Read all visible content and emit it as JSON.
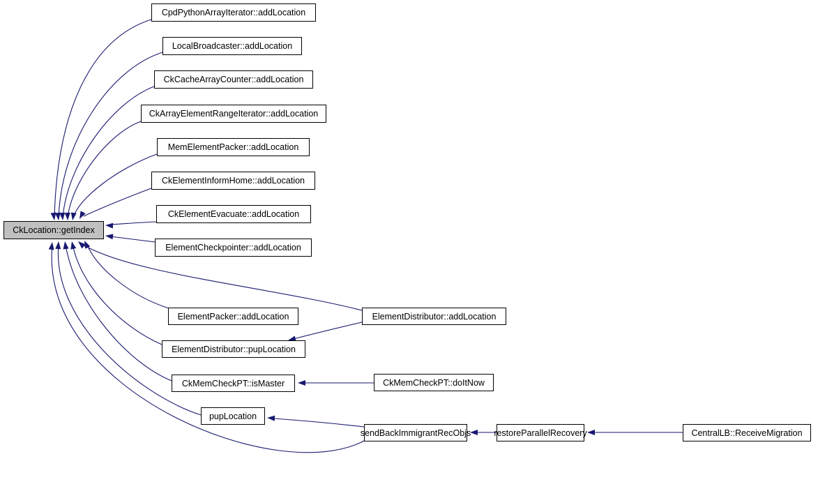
{
  "diagram": {
    "type": "caller-graph",
    "focus_node": "CkLocation::getIndex",
    "nodes": [
      {
        "id": "getIndex",
        "label": "CkLocation::getIndex",
        "highlighted": true
      },
      {
        "id": "cpdPython",
        "label": "CpdPythonArrayIterator::addLocation",
        "highlighted": false
      },
      {
        "id": "localBroadcaster",
        "label": "LocalBroadcaster::addLocation",
        "highlighted": false
      },
      {
        "id": "ckCache",
        "label": "CkCacheArrayCounter::addLocation",
        "highlighted": false
      },
      {
        "id": "ckArrayRange",
        "label": "CkArrayElementRangeIterator::addLocation",
        "highlighted": false
      },
      {
        "id": "memElemPacker",
        "label": "MemElementPacker::addLocation",
        "highlighted": false
      },
      {
        "id": "ckElemInform",
        "label": "CkElementInformHome::addLocation",
        "highlighted": false
      },
      {
        "id": "ckElemEvacuate",
        "label": "CkElementEvacuate::addLocation",
        "highlighted": false
      },
      {
        "id": "elemCheckpointer",
        "label": "ElementCheckpointer::addLocation",
        "highlighted": false
      },
      {
        "id": "elemPackerAdd",
        "label": "ElementPacker::addLocation",
        "highlighted": false
      },
      {
        "id": "elemDistAdd",
        "label": "ElementDistributor::addLocation",
        "highlighted": false
      },
      {
        "id": "elemDistPup",
        "label": "ElementDistributor::pupLocation",
        "highlighted": false
      },
      {
        "id": "isMaster",
        "label": "CkMemCheckPT::isMaster",
        "highlighted": false
      },
      {
        "id": "doItNow",
        "label": "CkMemCheckPT::doItNow",
        "highlighted": false
      },
      {
        "id": "pupLocation",
        "label": "pupLocation",
        "highlighted": false
      },
      {
        "id": "sendBack",
        "label": "sendBackImmigrantRecObjs",
        "highlighted": false
      },
      {
        "id": "restoreParallel",
        "label": "restoreParallelRecovery",
        "highlighted": false
      },
      {
        "id": "centralLB",
        "label": "CentralLB::ReceiveMigration",
        "highlighted": false
      }
    ],
    "edges": [
      {
        "from": "CpdPythonArrayIterator::addLocation",
        "to": "CkLocation::getIndex"
      },
      {
        "from": "LocalBroadcaster::addLocation",
        "to": "CkLocation::getIndex"
      },
      {
        "from": "CkCacheArrayCounter::addLocation",
        "to": "CkLocation::getIndex"
      },
      {
        "from": "CkArrayElementRangeIterator::addLocation",
        "to": "CkLocation::getIndex"
      },
      {
        "from": "MemElementPacker::addLocation",
        "to": "CkLocation::getIndex"
      },
      {
        "from": "CkElementInformHome::addLocation",
        "to": "CkLocation::getIndex"
      },
      {
        "from": "CkElementEvacuate::addLocation",
        "to": "CkLocation::getIndex"
      },
      {
        "from": "ElementCheckpointer::addLocation",
        "to": "CkLocation::getIndex"
      },
      {
        "from": "ElementPacker::addLocation",
        "to": "CkLocation::getIndex"
      },
      {
        "from": "ElementDistributor::addLocation",
        "to": "CkLocation::getIndex"
      },
      {
        "from": "ElementDistributor::pupLocation",
        "to": "CkLocation::getIndex"
      },
      {
        "from": "CkMemCheckPT::isMaster",
        "to": "CkLocation::getIndex"
      },
      {
        "from": "pupLocation",
        "to": "CkLocation::getIndex"
      },
      {
        "from": "sendBackImmigrantRecObjs",
        "to": "CkLocation::getIndex"
      },
      {
        "from": "ElementDistributor::addLocation",
        "to": "ElementDistributor::pupLocation"
      },
      {
        "from": "CkMemCheckPT::doItNow",
        "to": "CkMemCheckPT::isMaster"
      },
      {
        "from": "sendBackImmigrantRecObjs",
        "to": "pupLocation"
      },
      {
        "from": "restoreParallelRecovery",
        "to": "sendBackImmigrantRecObjs"
      },
      {
        "from": "CentralLB::ReceiveMigration",
        "to": "restoreParallelRecovery"
      }
    ]
  },
  "colors": {
    "edge": "#191970",
    "node_border": "#000000",
    "node_fill": "#ffffff",
    "focus_fill": "#c0c0c0",
    "text": "#000000",
    "background": "#ffffff"
  }
}
